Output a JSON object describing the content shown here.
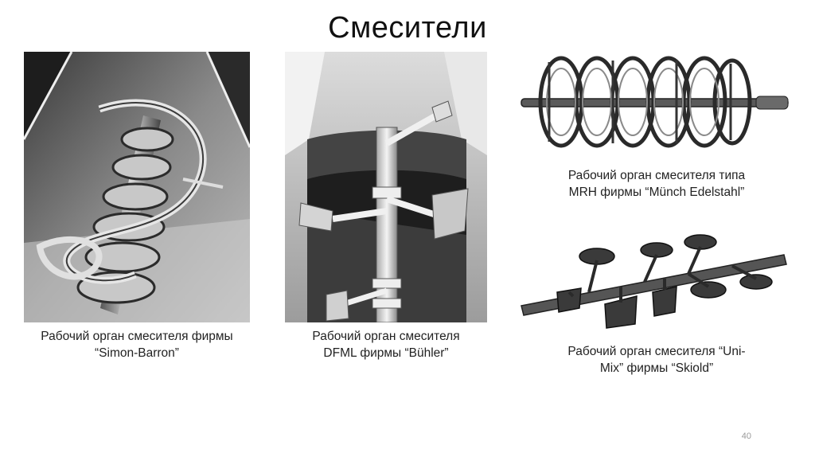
{
  "slide": {
    "title": "Смесители",
    "page_number": "40"
  },
  "figures": [
    {
      "caption_lines": [
        "Рабочий орган смесителя фирмы",
        "“Simon-Barron”"
      ]
    },
    {
      "caption_lines": [
        "Рабочий орган смесителя",
        "DFML фирмы “Bühler”"
      ]
    },
    {
      "caption_lines": [
        "Рабочий орган смесителя типа",
        "MRH фирмы “Münch Edelstahl”"
      ]
    },
    {
      "caption_lines": [
        "Рабочий орган смесителя “Uni-",
        "Mix” фирмы “Skiold”"
      ]
    }
  ]
}
